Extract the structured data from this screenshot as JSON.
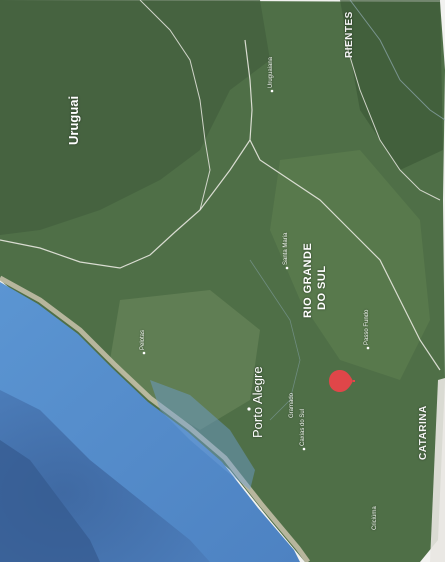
{
  "map": {
    "colors": {
      "land": "#4f6f47",
      "land_dark": "#3e5a39",
      "land_light": "#6f8a5e",
      "ocean": "#5a92cf",
      "ocean_deep": "#3f6aa8",
      "lagoon": "#6f9fd6",
      "coast": "#cfc9b5",
      "border": "#e8e8e0",
      "pin": "#e8434a",
      "paper": "#f2f2f0"
    },
    "labels": {
      "country_uruguai": "Uruguai",
      "state_line1": "RIO GRANDE",
      "state_line2": "DO SUL",
      "corrientes": "RIENTES",
      "catarina": "CATARINA",
      "porto_alegre": "Porto Alegre",
      "santa_maria": "Santa Maria",
      "passo_fundo": "Passo Fundo",
      "caxias_do_sul": "Caxias do Sul",
      "pelotas": "Pelotas",
      "uruguaiana": "Uruguaiana",
      "criciuma": "Criciúma",
      "gramado": "Gramado"
    },
    "pin_icon": "location-pin-icon"
  }
}
